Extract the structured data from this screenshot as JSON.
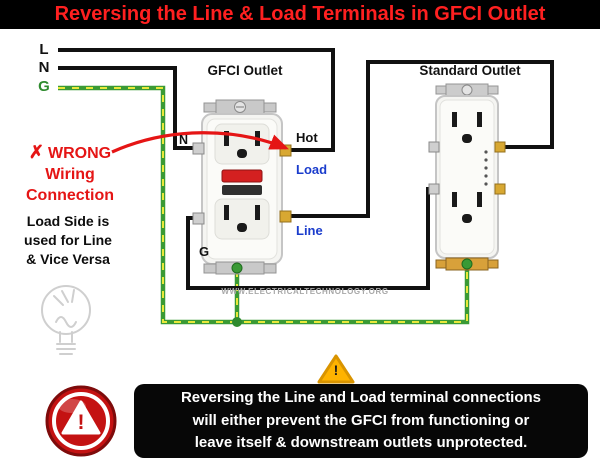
{
  "title": "Reversing the Line & Load Terminals in GFCI Outlet",
  "supply": {
    "l": "L",
    "n": "N",
    "g": "G"
  },
  "gfci": {
    "title": "GFCI Outlet",
    "neutral_label": "N",
    "hot_label": "Hot",
    "load_label": "Load",
    "line_label": "Line",
    "ground_label": "G"
  },
  "standard_outlet": {
    "title": "Standard Outlet"
  },
  "wrong_note": {
    "mark": "✗",
    "word1": "WRONG",
    "word2": "Wiring",
    "word3": "Connection",
    "lines": [
      "Load Side is",
      "used for Line",
      "& Vice Versa"
    ]
  },
  "watermark": "WWW.ELECTRICALTECHNOLOGY.ORG",
  "warning": {
    "exclamation": "!"
  },
  "footer": {
    "lines": [
      "Reversing the Line and Load terminal connections",
      "will either prevent the GFCI from functioning or",
      "leave itself & downstream outlets unprotected."
    ]
  },
  "colors": {
    "title_text": "#ff2020",
    "banner_bg": "#000000",
    "wire_hot": "#111111",
    "wire_ground_green": "#3a9a35",
    "wire_ground_yellow": "#e8e83a",
    "load_line_label": "#1a3ccc",
    "wrong_red": "#e51515",
    "warning_yellow": "#ffb300",
    "badge_red": "#c41212"
  }
}
